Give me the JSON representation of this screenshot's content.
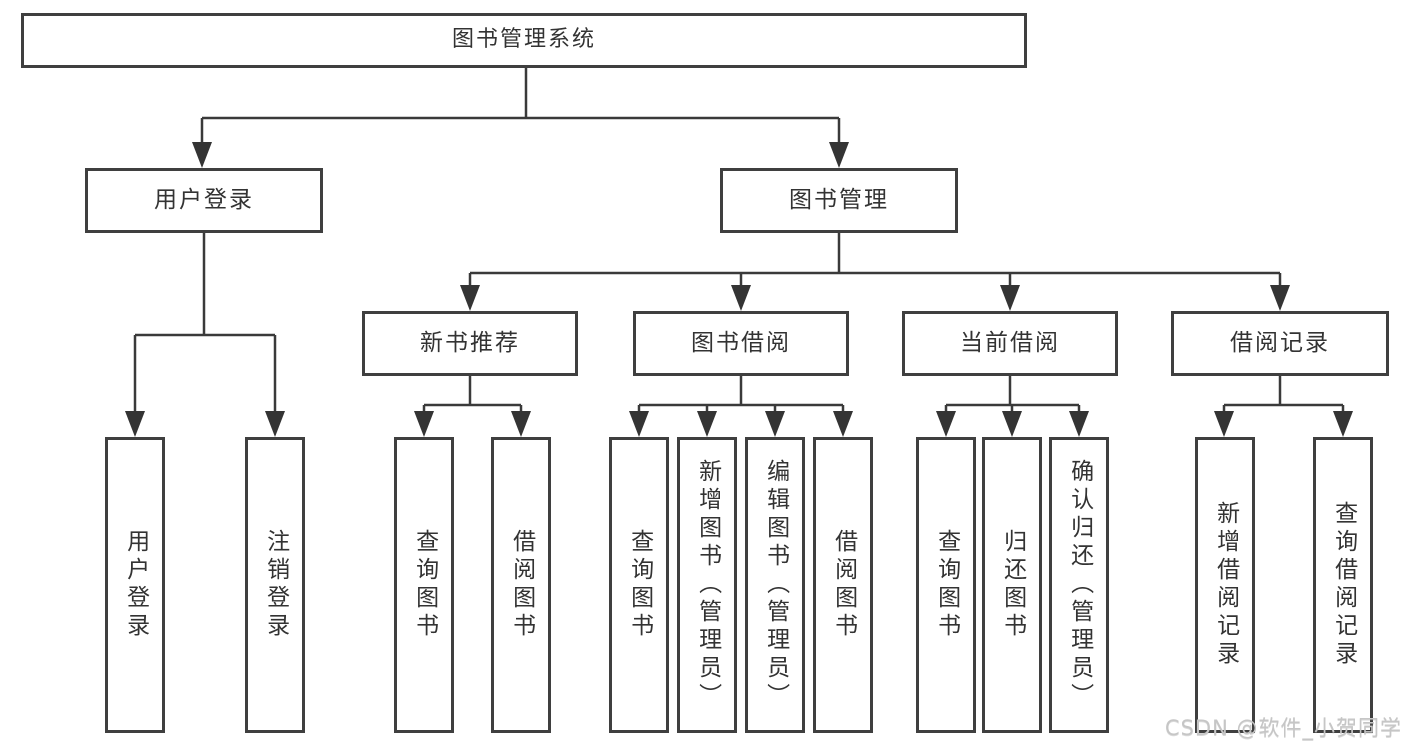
{
  "colors": {
    "background": "#ffffff",
    "line": "#3a3a3a",
    "box_border": "#3f3f3f",
    "text": "#333333",
    "watermark": "#c6c6c6"
  },
  "diagram": {
    "root": {
      "label": "图书管理系统"
    },
    "branches": [
      {
        "label": "用户登录",
        "children": [
          {
            "label": "用户登录"
          },
          {
            "label": "注销登录"
          }
        ]
      },
      {
        "label": "图书管理",
        "children": [
          {
            "label": "新书推荐",
            "children": [
              {
                "label": "查询图书"
              },
              {
                "label": "借阅图书"
              }
            ]
          },
          {
            "label": "图书借阅",
            "children": [
              {
                "label": "查询图书"
              },
              {
                "label": "新增图书（管理员）"
              },
              {
                "label": "编辑图书（管理员）"
              },
              {
                "label": "借阅图书"
              }
            ]
          },
          {
            "label": "当前借阅",
            "children": [
              {
                "label": "查询图书"
              },
              {
                "label": "归还图书"
              },
              {
                "label": "确认归还（管理员）"
              }
            ]
          },
          {
            "label": "借阅记录",
            "children": [
              {
                "label": "新增借阅记录"
              },
              {
                "label": "查询借阅记录"
              }
            ]
          }
        ]
      }
    ]
  },
  "watermark": {
    "text": "CSDN @软件_小贺同学"
  }
}
